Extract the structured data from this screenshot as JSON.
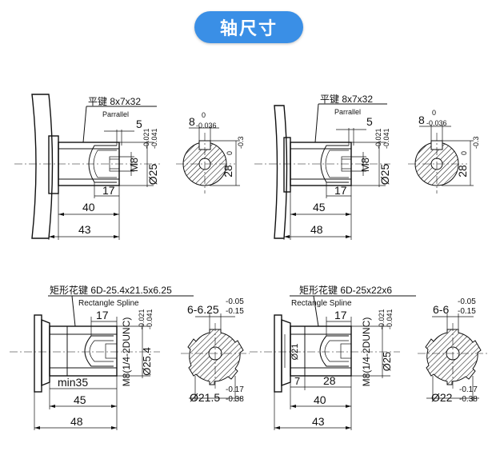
{
  "title": "轴尺寸",
  "drawings": [
    {
      "key_label": "平键  8x7x32",
      "key_sub": "Parrallel",
      "key_width": "5",
      "thread": "M8",
      "dia_main": "Ø25",
      "dia_tol_up": "-0.021",
      "dia_tol_dn": "-0.041",
      "dim_a": "17",
      "dim_b": "40",
      "dim_c": "43",
      "sec_width": "8",
      "sec_width_up": "0",
      "sec_width_dn": "-0.036",
      "sec_height": "28",
      "sec_height_up": "0",
      "sec_height_dn": "-0.3"
    },
    {
      "key_label": "平键  8x7x32",
      "key_sub": "Parrallel",
      "key_width": "5",
      "thread": "M8",
      "dia_main": "Ø25",
      "dia_tol_up": "-0.021",
      "dia_tol_dn": "-0.041",
      "dim_a": "17",
      "dim_b": "45",
      "dim_c": "48",
      "sec_width": "8",
      "sec_width_up": "0",
      "sec_width_dn": "-0.036",
      "sec_height": "28",
      "sec_height_up": "0",
      "sec_height_dn": "-0.3"
    },
    {
      "spline_label": "矩形花键  6D-25.4x21.5x6.25",
      "spline_sub": "Rectangle Spline",
      "dim_a": "17",
      "thread": "M8(1/4-2DUNC)",
      "dia_main": "Ø25.4",
      "dia_tol_up": "-0.021",
      "dia_tol_dn": "-0.041",
      "dim_min": "min35",
      "dim_b": "45",
      "dim_c": "48",
      "sec_top": "6-6.25",
      "sec_top_up": "-0.05",
      "sec_top_dn": "-0.15",
      "sec_bottom": "Ø21.5",
      "sec_bottom_up": "-0.17",
      "sec_bottom_dn": "-0.38"
    },
    {
      "spline_label": "矩形花键  6D-25x22x6",
      "spline_sub": "Rectangle Spline",
      "dim_a": "17",
      "thread": "M8(1/4-2DUNC)",
      "dia_main": "Ø25",
      "dia_tol_up": "-0.021",
      "dia_tol_dn": "-0.041",
      "dia_inner": "Ø21",
      "dim_small": "7",
      "dim_mid": "28",
      "dim_b": "40",
      "dim_c": "43",
      "sec_top": "6-6",
      "sec_top_up": "-0.05",
      "sec_top_dn": "-0.15",
      "sec_bottom": "Ø22",
      "sec_bottom_up": "-0.17",
      "sec_bottom_dn": "-0.38"
    }
  ]
}
